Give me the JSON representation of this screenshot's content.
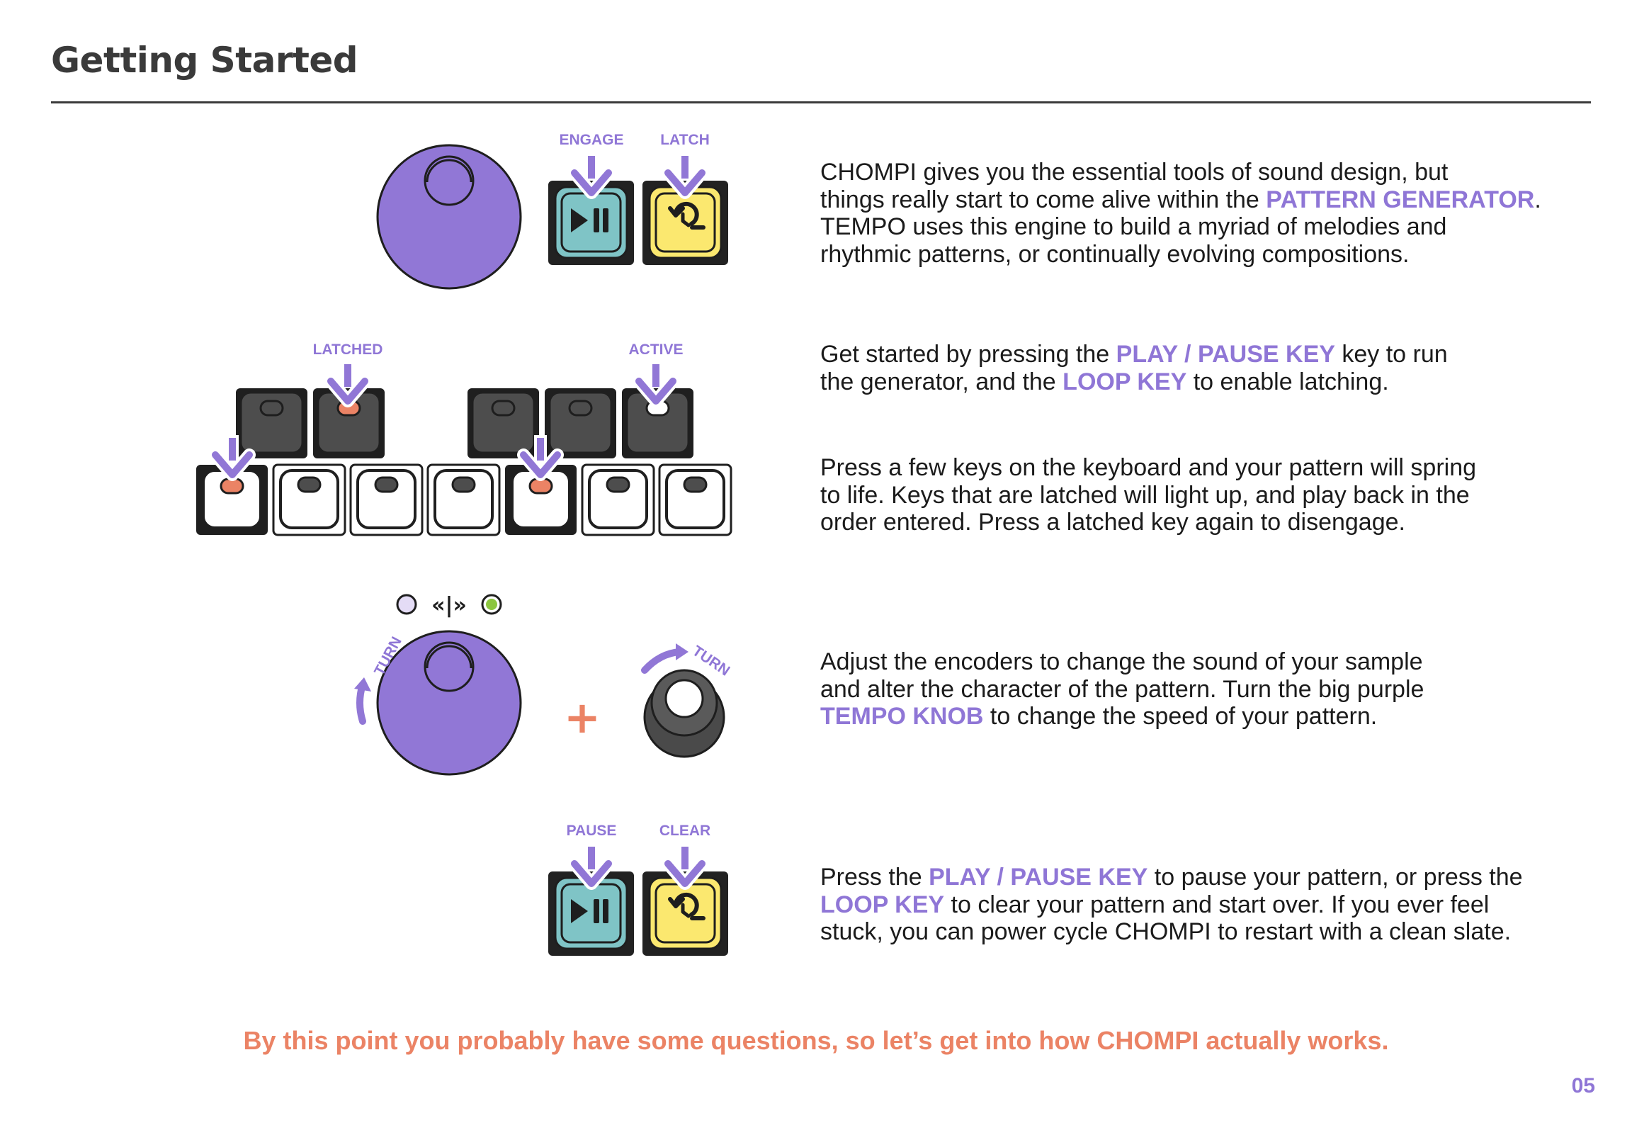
{
  "page": {
    "title": "Getting Started",
    "page_number": "05",
    "closing_line": "By this point you probably have some questions, so let’s get into how CHOMPI actually works."
  },
  "colors": {
    "purple": "#9177d6",
    "teal": "#7fc4c6",
    "yellow": "#fbe86f",
    "coral": "#eb8365",
    "green_led": "#8cc63f",
    "dark_key": "#4a4a4a"
  },
  "labels": {
    "engage": "ENGAGE",
    "latch": "LATCH",
    "latched": "LATCHED",
    "active": "ACTIVE",
    "turn_left": "TURN",
    "turn_right": "TURN",
    "direction_glyph": "«|»",
    "plus": "+",
    "pause": "PAUSE",
    "clear": "CLEAR"
  },
  "sections": [
    {
      "text_1": "CHOMPI gives you the essential tools of sound design, but",
      "text_2": "things really start to come alive within the ",
      "highlight_1": "PATTERN GENERATOR",
      "text_3": ".",
      "text_4": "TEMPO uses this engine to build a myriad of melodies and",
      "text_5": "rhythmic patterns, or continually evolving compositions."
    },
    {
      "text_1": "Get started by pressing the ",
      "highlight_1": "PLAY / PAUSE KEY",
      "text_2": " key to run",
      "text_3": "the generator, and the ",
      "highlight_2": "LOOP KEY",
      "text_4": " to enable latching."
    },
    {
      "text_1": "Press a few keys on the keyboard and your pattern will spring",
      "text_2": "to life. Keys that are latched will light up, and play back in the",
      "text_3": "order entered. Press a latched key again to disengage."
    },
    {
      "text_1": "Adjust the encoders to change the sound of your sample",
      "text_2": "and alter the character of the pattern. Turn the big purple",
      "highlight_1": "TEMPO KNOB",
      "text_3": "  to change the speed of your pattern."
    },
    {
      "text_1": "Press the ",
      "highlight_1": "PLAY / PAUSE KEY",
      "text_2": " to pause your pattern, or press the",
      "highlight_2": "LOOP KEY",
      "text_3": " to clear your pattern and start over. If you ever feel",
      "text_4": "stuck, you can power cycle CHOMPI to restart with a clean slate."
    }
  ]
}
